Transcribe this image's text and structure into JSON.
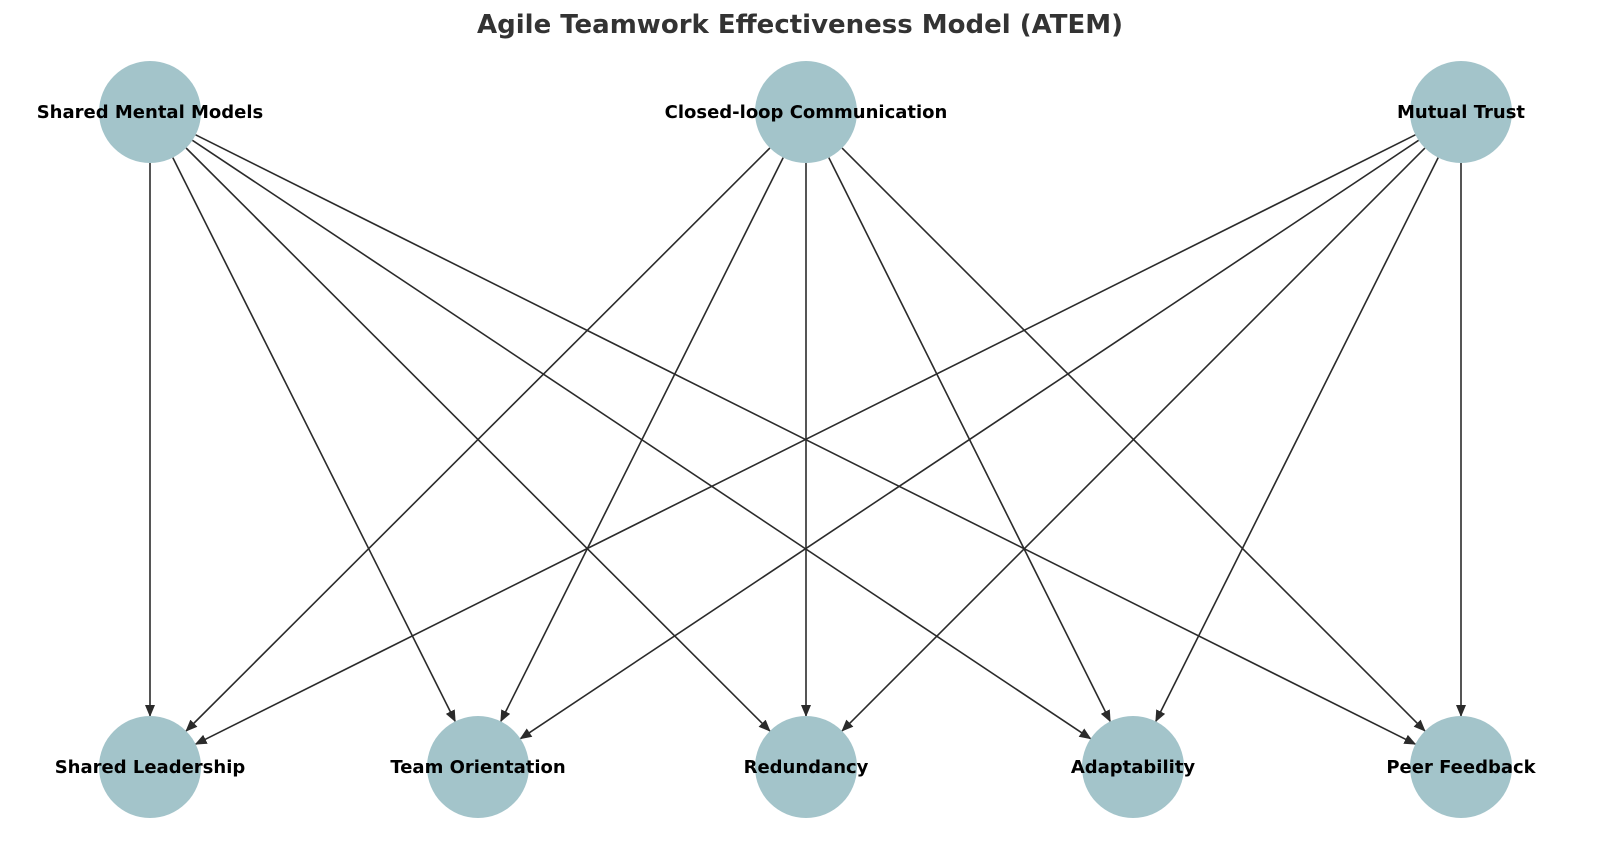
{
  "title": "Agile Teamwork Effectiveness Model (ATEM)",
  "colors": {
    "node_fill": "#a3c4ca",
    "edge": "#2b2b2b",
    "title": "#333333"
  },
  "nodes": {
    "top": [
      {
        "id": "smm",
        "label": "Shared Mental Models"
      },
      {
        "id": "clc",
        "label": "Closed-loop Communication"
      },
      {
        "id": "mt",
        "label": "Mutual Trust"
      }
    ],
    "bottom": [
      {
        "id": "sl",
        "label": "Shared Leadership"
      },
      {
        "id": "to",
        "label": "Team Orientation"
      },
      {
        "id": "red",
        "label": "Redundancy"
      },
      {
        "id": "ada",
        "label": "Adaptability"
      },
      {
        "id": "pf",
        "label": "Peer Feedback"
      }
    ]
  },
  "edges": [
    [
      "smm",
      "sl"
    ],
    [
      "smm",
      "to"
    ],
    [
      "smm",
      "red"
    ],
    [
      "smm",
      "ada"
    ],
    [
      "smm",
      "pf"
    ],
    [
      "clc",
      "sl"
    ],
    [
      "clc",
      "to"
    ],
    [
      "clc",
      "red"
    ],
    [
      "clc",
      "ada"
    ],
    [
      "clc",
      "pf"
    ],
    [
      "mt",
      "sl"
    ],
    [
      "mt",
      "to"
    ],
    [
      "mt",
      "red"
    ],
    [
      "mt",
      "ada"
    ],
    [
      "mt",
      "pf"
    ]
  ]
}
